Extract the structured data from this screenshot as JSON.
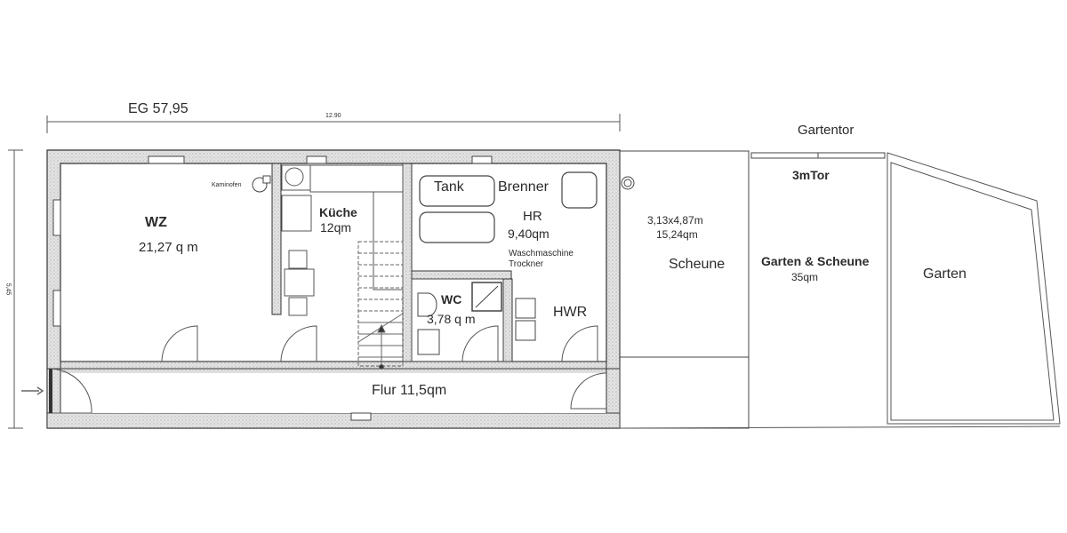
{
  "title": "EG 57,95",
  "dimensions": {
    "width_label": "12.90",
    "height_label": "5,45"
  },
  "rooms": {
    "wz": {
      "name": "WZ",
      "area": "21,27 q m",
      "fixture": "Kaminofen"
    },
    "kueche": {
      "name": "Küche",
      "area": "12qm"
    },
    "hr": {
      "name": "HR",
      "area": "9,40qm",
      "items": [
        "Tank",
        "Brenner",
        "Waschmaschine",
        "Trockner"
      ]
    },
    "wc": {
      "name": "WC",
      "area": "3,78 q m"
    },
    "hwr": {
      "name": "HWR"
    },
    "flur": {
      "name": "Flur 11,5qm"
    },
    "scheune": {
      "name": "Scheune",
      "dimensions": "3,13x4,87m",
      "area": "15,24qm"
    },
    "garten_scheune": {
      "name": "Garten & Scheune",
      "area": "35qm",
      "gate": "3mTor"
    },
    "garten": {
      "name": "Garten"
    }
  },
  "annotations": {
    "gartentor": "Gartentor"
  },
  "colors": {
    "wall_fill": "#dcdcdc",
    "line": "#3a3a3a",
    "background": "#ffffff"
  }
}
